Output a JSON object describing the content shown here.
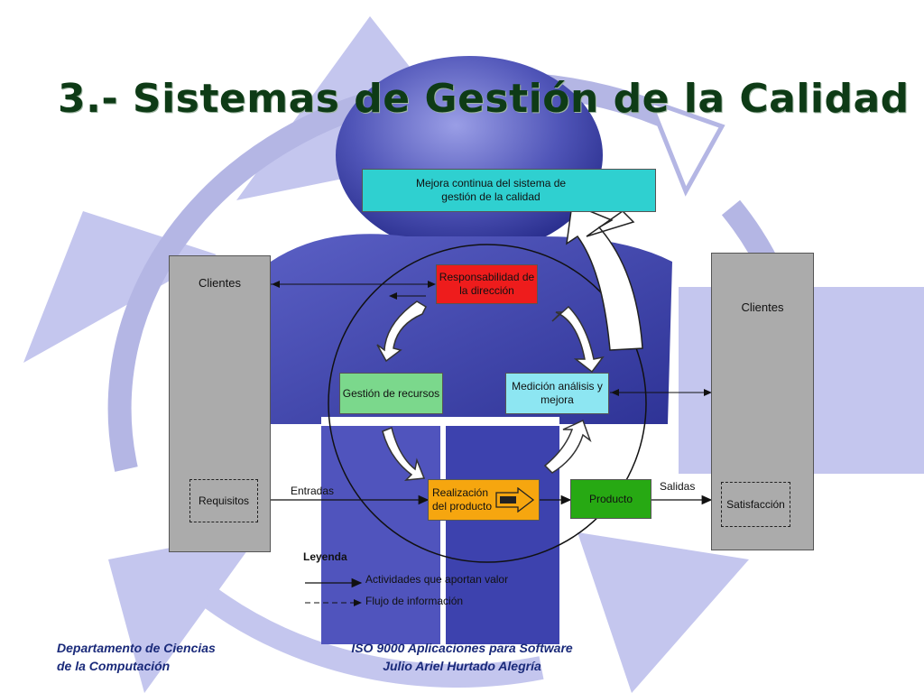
{
  "title": "3.- Sistemas de Gestión de la Calidad",
  "diagram": {
    "mejora": "Mejora continua del sistema de gestión de la calidad",
    "responsabilidad": "Responsabilidad de la dirección",
    "gestion": "Gestión de recursos",
    "medicion": "Medición análisis y mejora",
    "realizacion": "Realización del producto",
    "producto": "Producto",
    "clientes_left": "Clientes",
    "clientes_right": "Clientes",
    "requisitos": "Requisitos",
    "satisfaccion": "Satisfacción",
    "entradas": "Entradas",
    "salidas": "Salidas"
  },
  "legend": {
    "title": "Leyenda",
    "valor": "Actividades que aportan valor",
    "flujo": "Flujo de información"
  },
  "footer": {
    "left_line1": "Departamento de Ciencias",
    "left_line2": "de la Computación",
    "center_line1": "ISO 9000 Aplicaciones para Software",
    "center_line2": "Julio Ariel Hurtado Alegría"
  },
  "colors": {
    "red": "#ee1c1c",
    "green_light": "#7bd88c",
    "cyan": "#2fd0d0",
    "cyan_light": "#8de6f2",
    "orange": "#f6a60f",
    "green": "#27a913",
    "gray": "#ababab",
    "bg_shapes": "#b4b6e4",
    "person": "#4b4fb2",
    "title": "#0e3b16"
  }
}
